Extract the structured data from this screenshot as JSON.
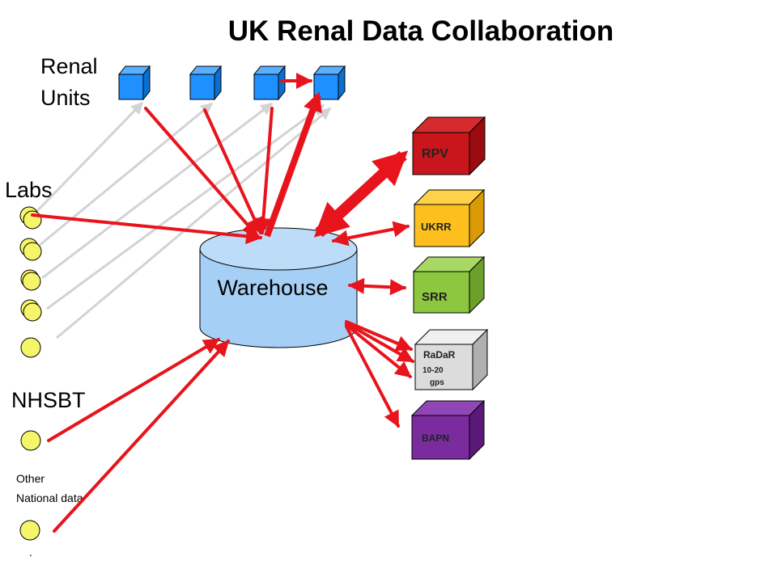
{
  "title": "UK Renal Data Collaboration",
  "labels": {
    "renal_units_line1": "Renal",
    "renal_units_line2": "Units",
    "labs": "Labs",
    "nhsbt": "NHSBT",
    "other_line1": "Other",
    "other_line2": "National data",
    "dot": "."
  },
  "warehouse": {
    "label": "Warehouse",
    "color": "#a6cff5"
  },
  "registries": [
    {
      "id": "rpv",
      "label": "RPV",
      "sub1": "",
      "sub2": "",
      "front": "#c8161c",
      "top": "#d52a2e",
      "side": "#9a0c10"
    },
    {
      "id": "ukrr",
      "label": "UKRR",
      "sub1": "",
      "sub2": "",
      "front": "#fdbf1e",
      "top": "#ffd04a",
      "side": "#d99a06"
    },
    {
      "id": "srr",
      "label": "SRR",
      "sub1": "",
      "sub2": "",
      "front": "#8dc63f",
      "top": "#a8d865",
      "side": "#6aa12a"
    },
    {
      "id": "radar",
      "label": "RaDaR",
      "sub1": "10-20",
      "sub2": "gps",
      "front": "#dcdcdc",
      "top": "#f0f0f0",
      "side": "#b0b0b0"
    },
    {
      "id": "bapn",
      "label": "BAPN",
      "sub1": "",
      "sub2": "",
      "front": "#7a2c9e",
      "top": "#9146b6",
      "side": "#5a1878"
    }
  ],
  "colors": {
    "arrow": "#e8141c",
    "grey_arrow": "#d3d3d3",
    "renal_unit_cube": "#1e90ff",
    "lab_circle": "#f5f56a"
  }
}
